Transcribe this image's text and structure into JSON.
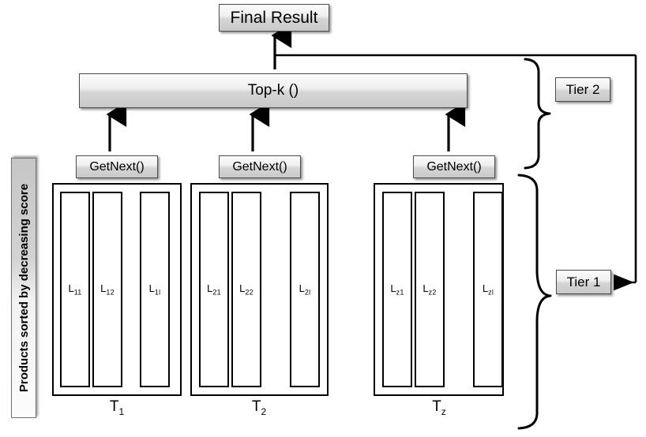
{
  "diagram": {
    "title_box": {
      "label": "Final Result"
    },
    "aggregator": {
      "label": "Top-k ()"
    },
    "side_label": {
      "text": "Products sorted by decreasing score"
    },
    "getnext_boxes": [
      {
        "label": "GetNext()"
      },
      {
        "label": "GetNext()"
      },
      {
        "label": "GetNext()"
      }
    ],
    "tiers": [
      {
        "label": "Tier 2"
      },
      {
        "label": "Tier 1"
      }
    ],
    "groups": [
      {
        "name": "T",
        "subscript": "1",
        "leaves": [
          {
            "base": "L",
            "sub": "11"
          },
          {
            "base": "L",
            "sub": "12"
          },
          {
            "base": "L",
            "sub": "1l"
          }
        ]
      },
      {
        "name": "T",
        "subscript": "2",
        "leaves": [
          {
            "base": "L",
            "sub": "21"
          },
          {
            "base": "L",
            "sub": "22"
          },
          {
            "base": "L",
            "sub": "2l"
          }
        ]
      },
      {
        "name": "T",
        "subscript": "z",
        "leaves": [
          {
            "base": "L",
            "sub": "z1"
          },
          {
            "base": "L",
            "sub": "z2"
          },
          {
            "base": "L",
            "sub": "zl"
          }
        ]
      }
    ],
    "colors": {
      "stroke": "#000000",
      "box_border": "#4d4d4d",
      "box_fill_top": "#fbfbfb",
      "box_fill_bottom": "#c9c9c9",
      "background": "#ffffff"
    }
  }
}
